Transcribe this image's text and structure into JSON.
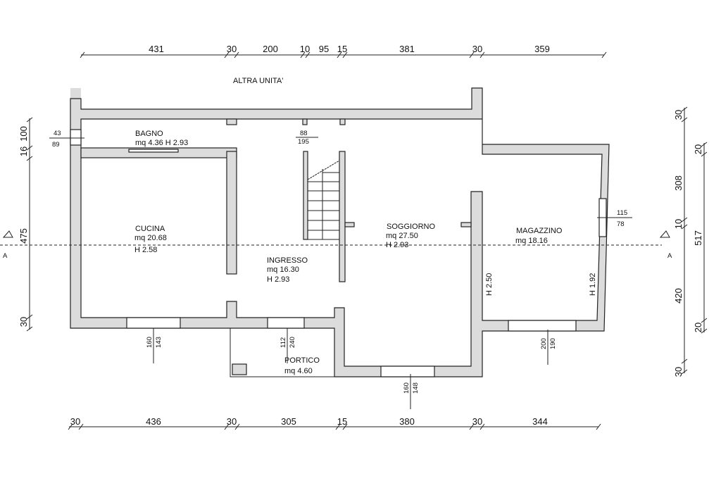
{
  "plan": {
    "upper_label": "ALTRA UNITA'",
    "rooms": [
      {
        "name": "BAGNO",
        "area": "mq  4.36  H  2.93"
      },
      {
        "name": "CUCINA",
        "area": "mq  20.68",
        "height": "H  2.58"
      },
      {
        "name": "INGRESSO",
        "area": "mq  16.30",
        "height": "H  2.93"
      },
      {
        "name": "SOGGIORNO",
        "area": "mq  27.50",
        "height": "H  2.93"
      },
      {
        "name": "MAGAZZINO",
        "area": "mq  18.16"
      },
      {
        "name": "PORTICO",
        "area": "mq  4.60"
      }
    ],
    "heights": {
      "magazzino_left": "H 2.50",
      "magazzino_right": "H 1.92"
    },
    "openings": [
      {
        "top": "43",
        "bottom": "89"
      },
      {
        "top": "88",
        "bottom": "195"
      },
      {
        "top": "115",
        "bottom": "78"
      },
      {
        "top": "160",
        "bottom": "143"
      },
      {
        "top": "112",
        "bottom": "240"
      },
      {
        "top": "160",
        "bottom": "148"
      },
      {
        "top": "200",
        "bottom": "190"
      }
    ],
    "section_mark": "A"
  },
  "dimensions": {
    "top": [
      "431",
      "30",
      "200",
      "10",
      "95",
      "15",
      "381",
      "30",
      "359"
    ],
    "bottom": [
      "30",
      "436",
      "30",
      "305",
      "15",
      "380",
      "30",
      "344"
    ],
    "left": [
      "100",
      "16",
      "475",
      "30"
    ],
    "right_outer": [
      "30",
      "308",
      "10",
      "420",
      "30"
    ],
    "right_inner": [
      "20",
      "517",
      "20"
    ]
  }
}
